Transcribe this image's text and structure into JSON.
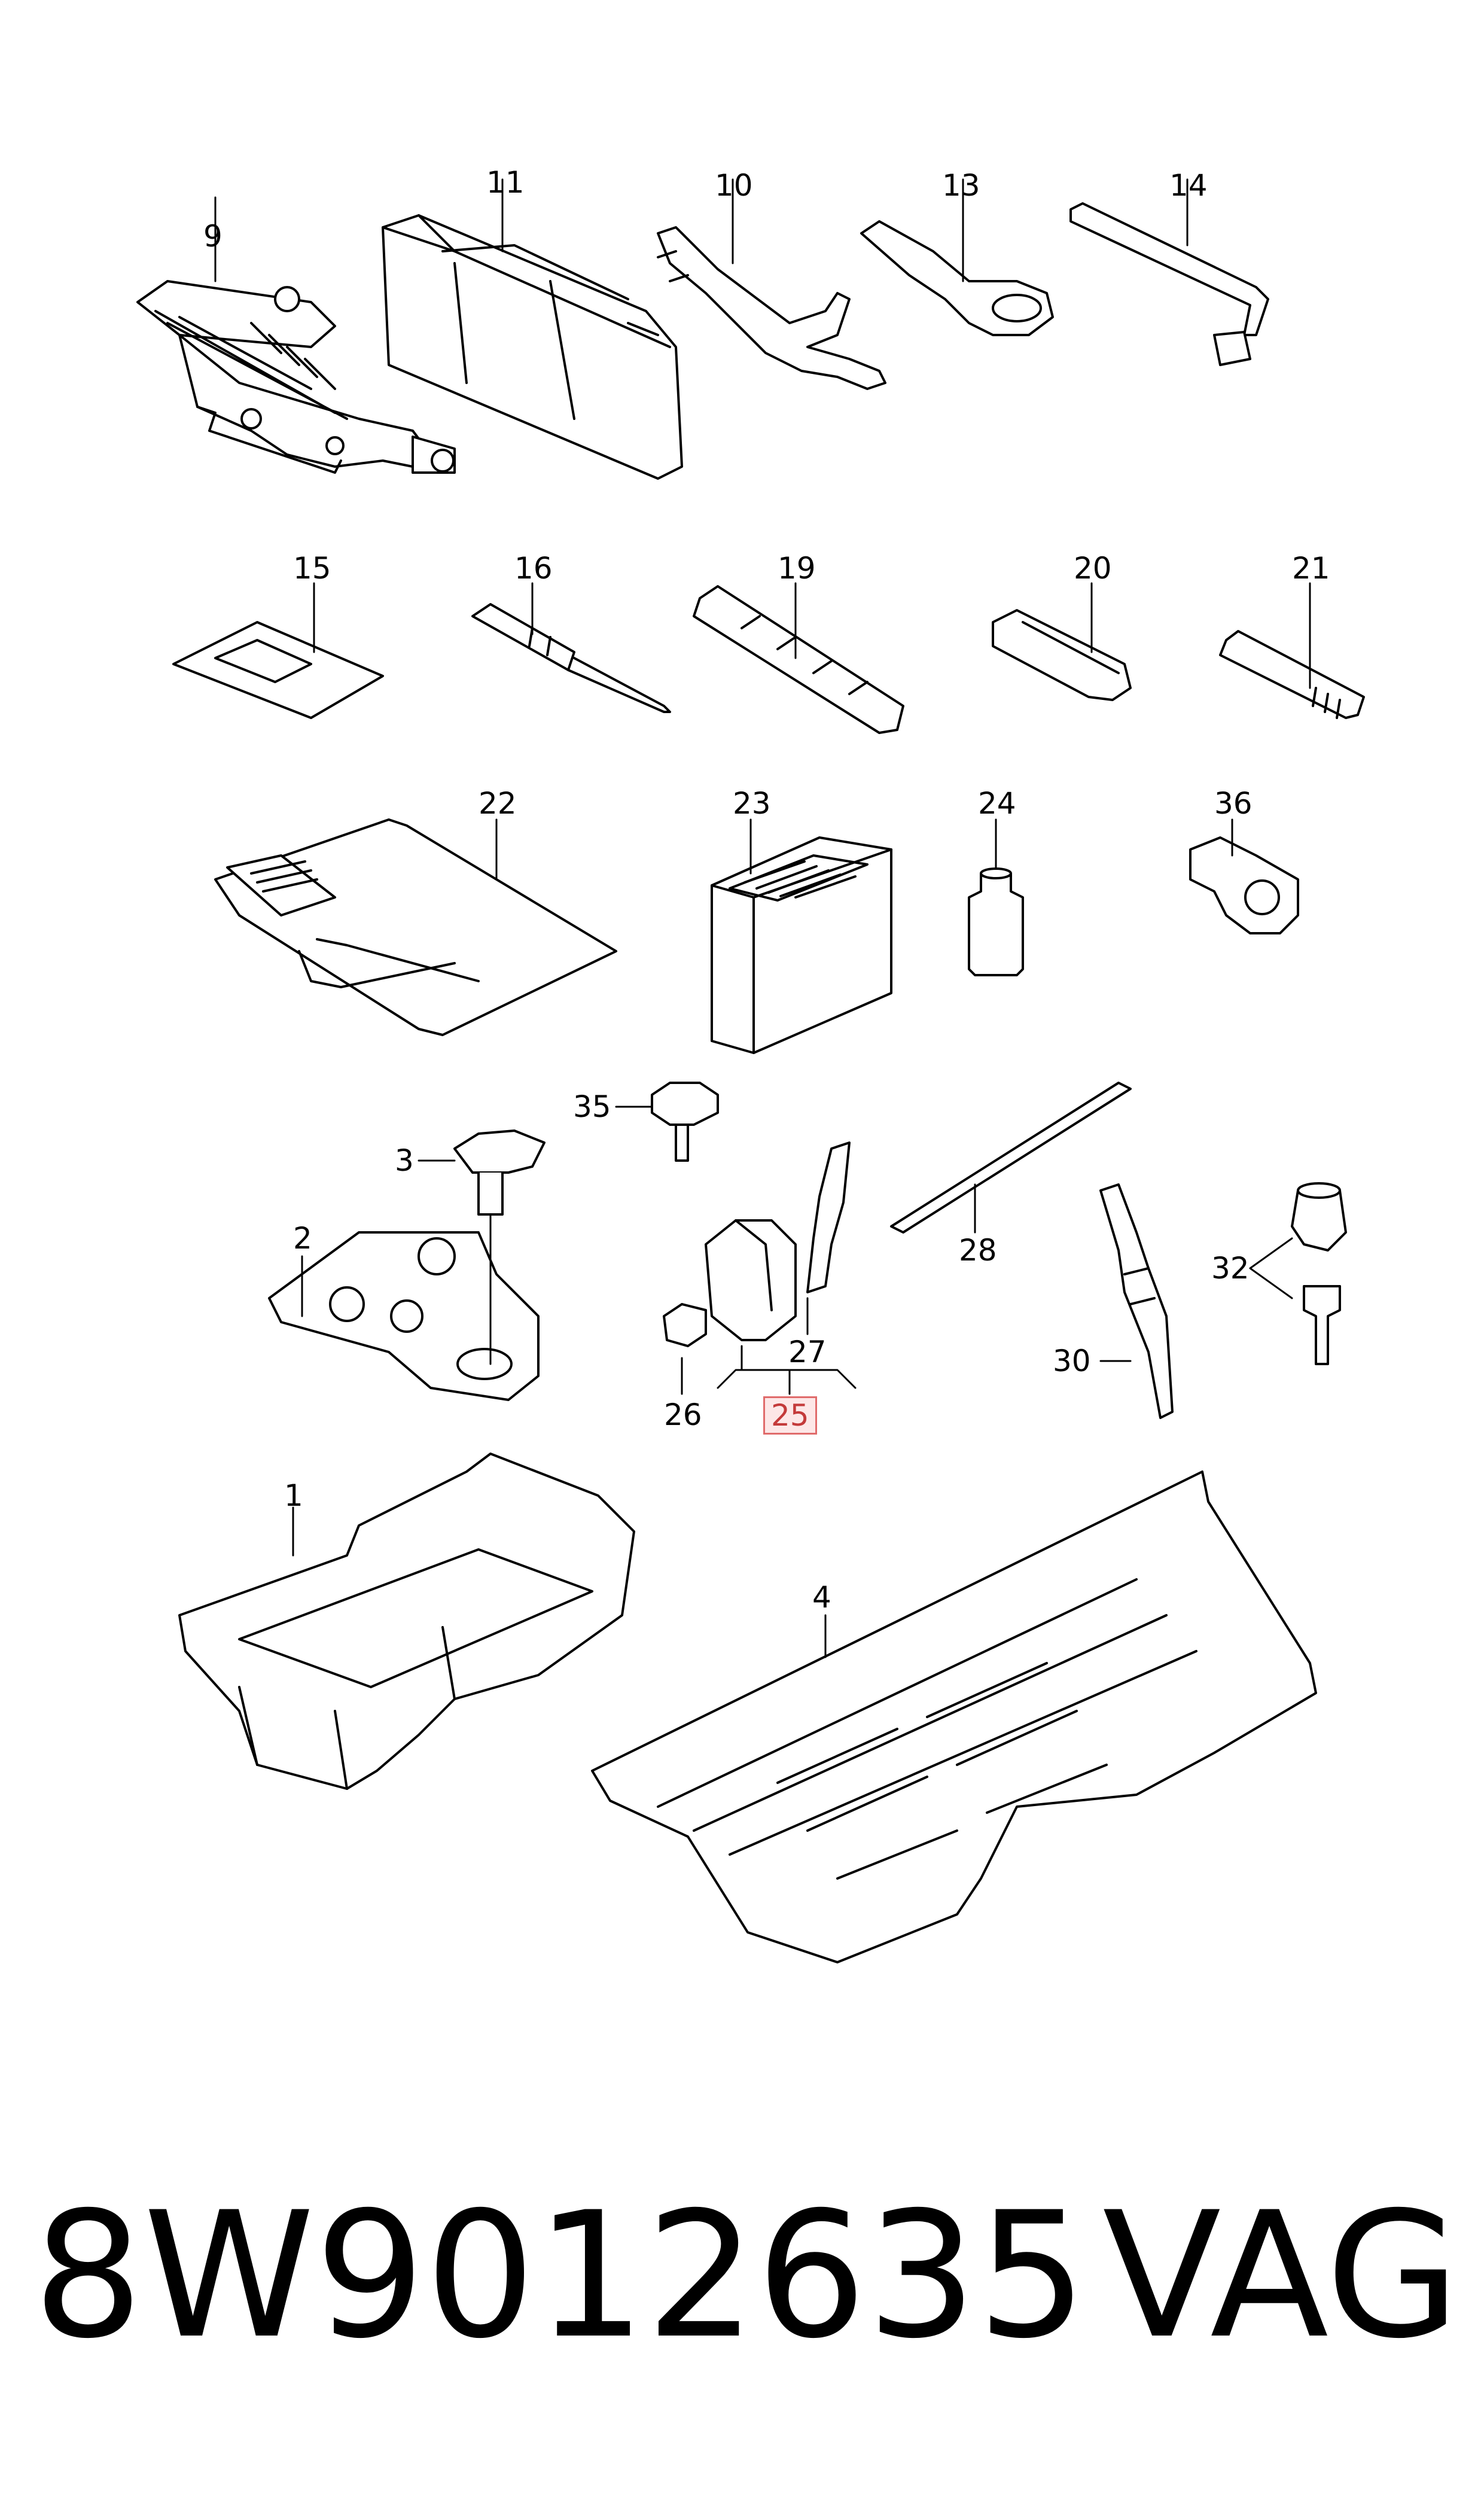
{
  "diagram": {
    "callouts": {
      "c1": "1",
      "c2": "2",
      "c3": "3",
      "c4": "4",
      "c9": "9",
      "c10": "10",
      "c11": "11",
      "c13": "13",
      "c14": "14",
      "c15": "15",
      "c16": "16",
      "c19": "19",
      "c20": "20",
      "c21": "21",
      "c22": "22",
      "c23": "23",
      "c24": "24",
      "c36": "36",
      "c35": "35",
      "c26": "26",
      "c25": "25",
      "c27": "27",
      "c28": "28",
      "c30": "30",
      "c32": "32"
    },
    "highlight_color": "#e06b6b"
  },
  "footer": {
    "part_number": "8W9012635",
    "brand": "VAG"
  }
}
